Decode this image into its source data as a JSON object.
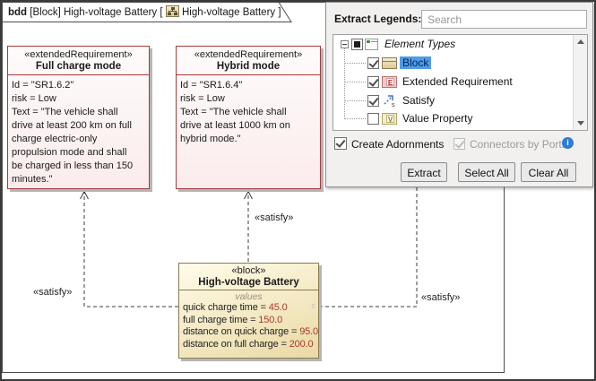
{
  "diagram": {
    "tab": {
      "keyword": "bdd",
      "title_before_icon": " [Block] High-voltage Battery [ ",
      "title_after_icon": " High-voltage Battery ]"
    },
    "satisfy_label": "«satisfy»",
    "requirements": [
      {
        "stereotype": "«extendedRequirement»",
        "name": "Full charge mode",
        "body": "Id = \"SR1.6.2\"\nrisk = Low\nText = \"The vehicle shall\ndrive at least 200 km on full\ncharge electric-only\npropulsion mode and shall\nbe charged in less than 150\nminutes.\""
      },
      {
        "stereotype": "«extendedRequirement»",
        "name": "Hybrid mode",
        "body": "Id = \"SR1.6.4\"\nrisk = Low\nText = \"The vehicle shall\ndrive at least 1000 km on\nhybrid mode.\""
      }
    ],
    "block": {
      "stereotype": "«block»",
      "name": "High-voltage Battery",
      "compartment_label": "values",
      "values": [
        {
          "name": "quick charge time = ",
          "value": "45.0"
        },
        {
          "name": "full charge time = ",
          "value": "150.0"
        },
        {
          "name": "distance on quick charge = ",
          "value": "95.0"
        },
        {
          "name": "distance on full charge = ",
          "value": "200.0"
        }
      ],
      "clip_indicator": "c"
    }
  },
  "panel": {
    "title": "Extract Legends:",
    "search_placeholder": "Search",
    "tree": {
      "root_label": "Element Types",
      "items": [
        {
          "label": "Block",
          "checked": true,
          "selected": true,
          "icon": "block-icon"
        },
        {
          "label": "Extended Requirement",
          "checked": true,
          "icon": "extended-requirement-icon"
        },
        {
          "label": "Satisfy",
          "checked": true,
          "icon": "satisfy-icon"
        },
        {
          "label": "Value Property",
          "checked": false,
          "icon": "value-property-icon"
        }
      ]
    },
    "create_adornments_label": "Create Adornments",
    "connectors_by_ports_label": "Connectors by Ports",
    "buttons": [
      "Extract",
      "Select All",
      "Clear All"
    ],
    "icon_glyphs": {
      "info": "i",
      "extended_requirement_letter": "E",
      "value_property_letter": "V",
      "satisfy_letter": "s"
    }
  },
  "colors": {
    "requirement_border": "#a33c3c",
    "requirement_fill": "#fbecec",
    "block_border": "#8a7a50",
    "block_fill": "#ead9a4",
    "value_number_text": "#a93a2e",
    "tree_selection": "#4f9ce8",
    "info_icon": "#2b7cd3",
    "shadow": "#b6b6b6"
  }
}
